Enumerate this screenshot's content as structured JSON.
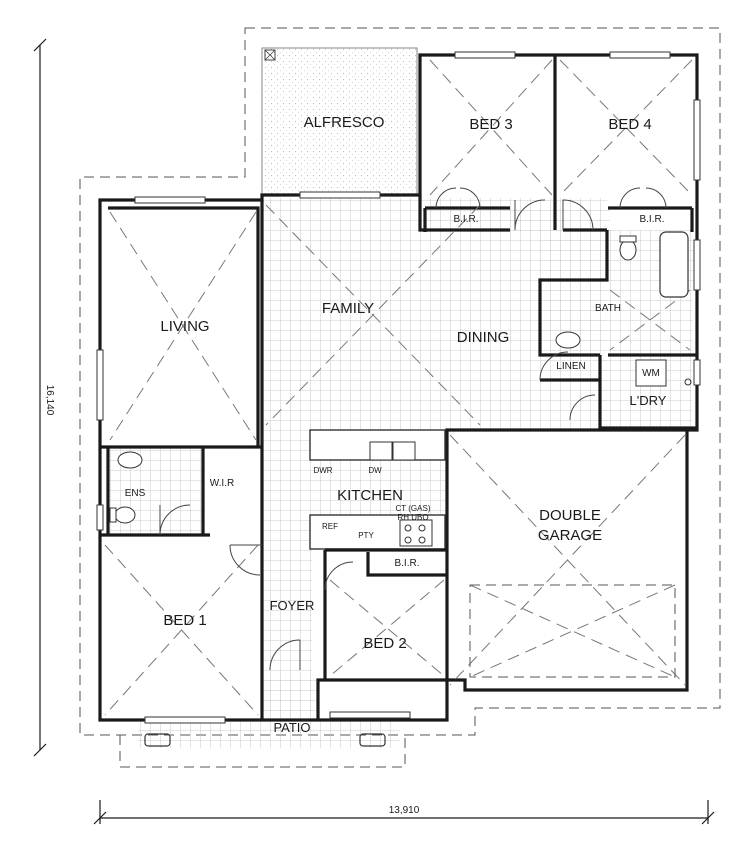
{
  "plan": {
    "rooms": {
      "alfresco": "ALFRESCO",
      "bed3": "BED 3",
      "bed4": "BED 4",
      "bir": "B.I.R.",
      "family": "FAMILY",
      "dining": "DINING",
      "living": "LIVING",
      "bath": "BATH",
      "linen": "LINEN",
      "wm": "WM",
      "ldry": "L'DRY",
      "ens": "ENS",
      "wir": "W.I.R",
      "kitchen": "KITCHEN",
      "dwr": "DWR",
      "dw": "DW",
      "ref": "REF",
      "pty": "PTY",
      "ct": "CT (GAS)",
      "rh": "RH UBO",
      "double_garage_1": "DOUBLE",
      "double_garage_2": "GARAGE",
      "bed1": "BED 1",
      "foyer": "FOYER",
      "bed2": "BED 2",
      "patio": "PATIO"
    },
    "dimensions": {
      "height": "16,140",
      "width": "13,910"
    },
    "colors": {
      "wall": "#1a1a1a",
      "tile_grid": "#bdbdbd",
      "alfresco_texture": "#cfcfcf"
    }
  }
}
